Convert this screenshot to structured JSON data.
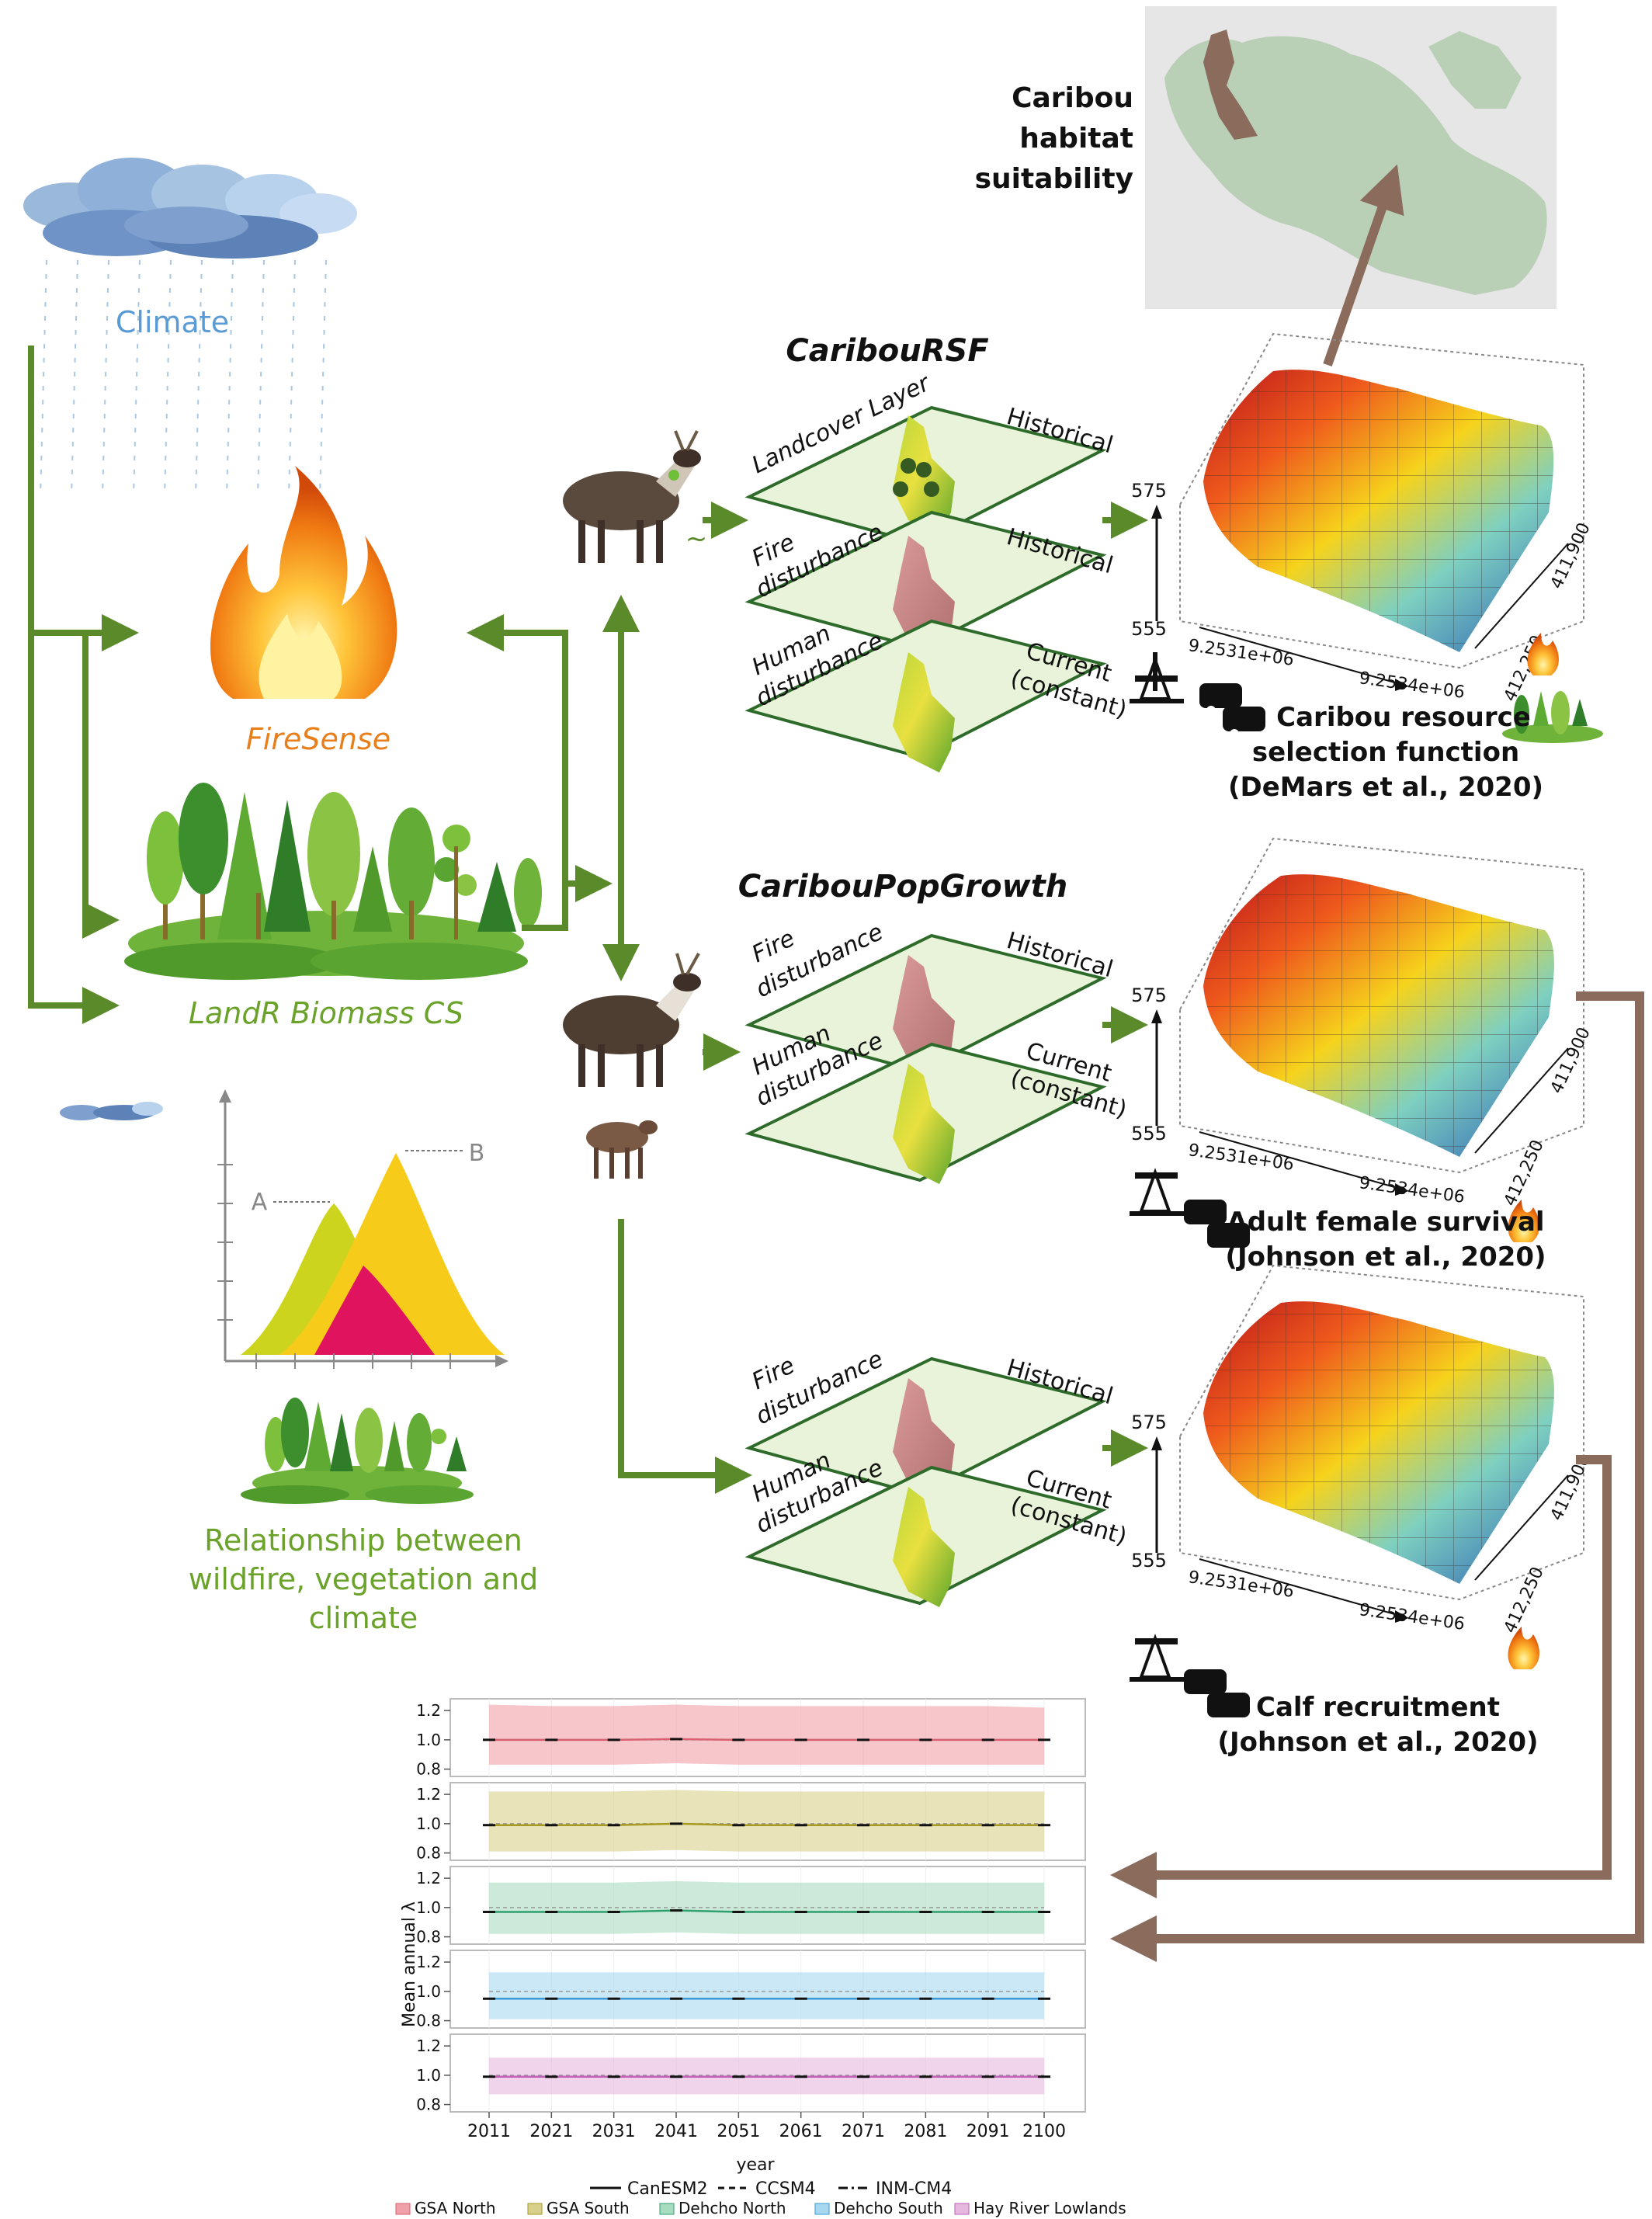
{
  "labels": {
    "climate": "Climate",
    "firesense": "FireSense",
    "landr": "LandR Biomass CS",
    "relationship": [
      "Relationship between",
      "wildfire, vegetation and",
      "climate"
    ],
    "peak_a": "A",
    "peak_b": "B",
    "habitat": [
      "Caribou",
      "habitat",
      "suitability"
    ],
    "tilde": "~"
  },
  "caribou_rsf": {
    "title": "CaribouRSF",
    "layers": [
      {
        "name": "Landcover Layer",
        "tag": "Historical"
      },
      {
        "name": [
          "Fire",
          "disturbance"
        ],
        "tag": "Historical"
      },
      {
        "name": [
          "Human",
          "disturbance"
        ],
        "tag": [
          "Current",
          "(constant)"
        ]
      }
    ],
    "caption": [
      "Caribou resource",
      "selection function",
      "(DeMars et al., 2020)"
    ]
  },
  "caribou_popgrowth": {
    "title": "CaribouPopGrowth",
    "adult_layers": [
      {
        "name": [
          "Fire",
          "disturbance"
        ],
        "tag": "Historical"
      },
      {
        "name": [
          "Human",
          "disturbance"
        ],
        "tag": [
          "Current",
          "(constant)"
        ]
      }
    ],
    "calf_layers": [
      {
        "name": [
          "Fire",
          "disturbance"
        ],
        "tag": "Historical"
      },
      {
        "name": [
          "Human",
          "disturbance"
        ],
        "tag": [
          "Current",
          "(constant)"
        ]
      }
    ],
    "adult_caption": [
      "Adult female survival",
      "(Johnson et al., 2020)"
    ],
    "calf_caption": [
      "Calf recruitment",
      "(Johnson et al., 2020)"
    ]
  },
  "surface_axes": {
    "z_top": "575",
    "z_bottom": "555",
    "x_left": "9.2531e+06",
    "x_right": "9.2534e+06",
    "y_top": "411,900",
    "y_bottom": "412,250"
  },
  "colors": {
    "arrow_green": "#5a8a2a",
    "arrow_brown": "#8b6b5b",
    "climate_blue": "#5b9bd5",
    "fire_orange": "#e97f1a",
    "landr_green": "#6aa22a",
    "panel_bg": "#e9f3d9",
    "panel_border": "#2e6b2a"
  },
  "chart_data": {
    "type": "line",
    "xlabel": "year",
    "ylabel": "Mean annual λ",
    "x": [
      2011,
      2021,
      2031,
      2041,
      2051,
      2061,
      2071,
      2081,
      2091,
      2100
    ],
    "xticks": [
      "2011",
      "2021",
      "2031",
      "2041",
      "2051",
      "2061",
      "2071",
      "2081",
      "2091",
      "2100"
    ],
    "yticks": [
      "0.8",
      "1.0",
      "1.2"
    ],
    "ylim": [
      0.75,
      1.28
    ],
    "legend_models": [
      "CanESM2",
      "CCSM4",
      "INM-CM4"
    ],
    "panels": [
      {
        "name": "GSA North",
        "color": "#f0a0a8",
        "line": "#d86070",
        "mean": [
          1.0,
          1.0,
          1.0,
          1.005,
          1.0,
          1.0,
          1.0,
          1.0,
          1.0,
          1.0
        ],
        "lower": [
          0.83,
          0.83,
          0.83,
          0.84,
          0.83,
          0.83,
          0.83,
          0.83,
          0.83,
          0.83
        ],
        "upper": [
          1.24,
          1.23,
          1.23,
          1.24,
          1.23,
          1.23,
          1.23,
          1.23,
          1.23,
          1.22
        ]
      },
      {
        "name": "GSA South",
        "color": "#d8d08a",
        "line": "#a89a20",
        "mean": [
          0.99,
          0.99,
          0.99,
          1.0,
          0.99,
          0.99,
          0.99,
          0.99,
          0.99,
          0.99
        ],
        "lower": [
          0.81,
          0.81,
          0.81,
          0.82,
          0.81,
          0.81,
          0.81,
          0.81,
          0.81,
          0.81
        ],
        "upper": [
          1.22,
          1.22,
          1.22,
          1.23,
          1.22,
          1.22,
          1.22,
          1.22,
          1.22,
          1.22
        ]
      },
      {
        "name": "Dehcho North",
        "color": "#a8dcc0",
        "line": "#30a070",
        "mean": [
          0.97,
          0.97,
          0.97,
          0.98,
          0.97,
          0.97,
          0.97,
          0.97,
          0.97,
          0.97
        ],
        "lower": [
          0.82,
          0.82,
          0.82,
          0.83,
          0.82,
          0.82,
          0.82,
          0.82,
          0.82,
          0.82
        ],
        "upper": [
          1.17,
          1.17,
          1.17,
          1.18,
          1.17,
          1.17,
          1.17,
          1.17,
          1.17,
          1.17
        ]
      },
      {
        "name": "Dehcho South",
        "color": "#a8d8f0",
        "line": "#3a9ad8",
        "mean": [
          0.95,
          0.95,
          0.95,
          0.95,
          0.95,
          0.95,
          0.95,
          0.95,
          0.95,
          0.95
        ],
        "lower": [
          0.81,
          0.81,
          0.81,
          0.81,
          0.81,
          0.81,
          0.81,
          0.81,
          0.81,
          0.81
        ],
        "upper": [
          1.13,
          1.13,
          1.13,
          1.13,
          1.13,
          1.13,
          1.13,
          1.13,
          1.13,
          1.13
        ]
      },
      {
        "name": "Hay River Lowlands",
        "color": "#e6b8e0",
        "line": "#c060b8",
        "mean": [
          0.99,
          0.99,
          0.99,
          0.99,
          0.99,
          0.99,
          0.99,
          0.99,
          0.99,
          0.99
        ],
        "lower": [
          0.87,
          0.87,
          0.87,
          0.87,
          0.87,
          0.87,
          0.87,
          0.87,
          0.87,
          0.87
        ],
        "upper": [
          1.12,
          1.12,
          1.12,
          1.12,
          1.12,
          1.12,
          1.12,
          1.12,
          1.12,
          1.12
        ]
      }
    ]
  }
}
